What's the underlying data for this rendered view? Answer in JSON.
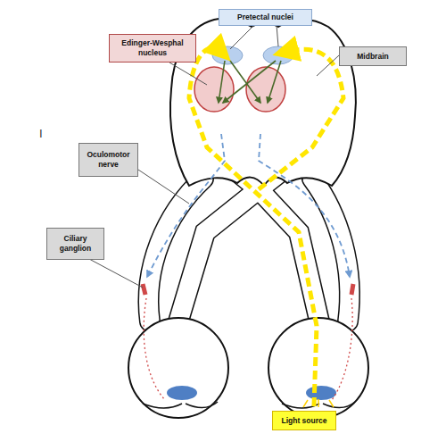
{
  "diagram": {
    "nodes": [
      {
        "text": [
          "Pretectal nuclei"
        ]
      },
      {
        "text": [
          "Edinger-Wesphal nucleus"
        ]
      },
      {
        "text": [
          "Midbrain"
        ]
      },
      {
        "text": [
          "Oculomotor nerve"
        ]
      },
      {
        "text": [
          "Ciliary ganglion"
        ]
      },
      {
        "text": [
          "Light source"
        ]
      }
    ],
    "labels": [
      "I"
    ]
  }
}
